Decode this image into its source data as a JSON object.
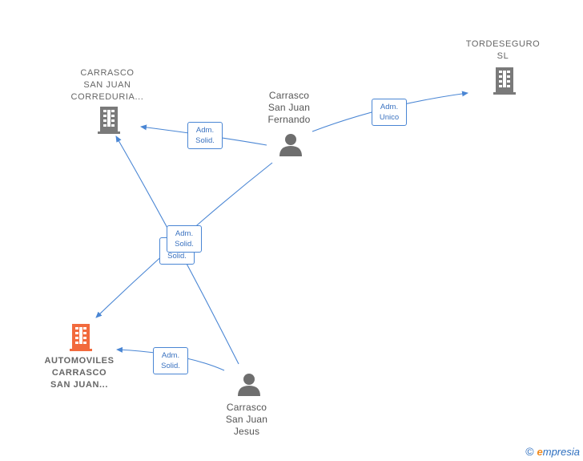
{
  "nodes": {
    "carrasco_correduria": {
      "label": "CARRASCO\nSAN JUAN\nCORREDURIA..."
    },
    "tordeseguro": {
      "label": "TORDESEGURO\nSL"
    },
    "automoviles": {
      "label": "AUTOMOVILES\nCARRASCO\nSAN JUAN..."
    },
    "fernando": {
      "label": "Carrasco\nSan Juan\nFernando"
    },
    "jesus": {
      "label": "Carrasco\nSan Juan\nJesus"
    }
  },
  "edges": {
    "fernando_correduria": "Adm.\nSolid.",
    "fernando_tordeseguro": "Adm.\nUnico",
    "fernando_automoviles": "Adm.\nSolid.",
    "jesus_correduria": "Adm.\nSolid.",
    "jesus_automoviles": "Adm.\nSolid."
  },
  "colors": {
    "edge": "#4a86d4",
    "company_icon": "#7a7a7a",
    "main_company_icon": "#f26a3d",
    "person_icon": "#6e6e6e"
  },
  "brand": {
    "copyright": "©",
    "name": "mpresia",
    "initial": "e"
  }
}
